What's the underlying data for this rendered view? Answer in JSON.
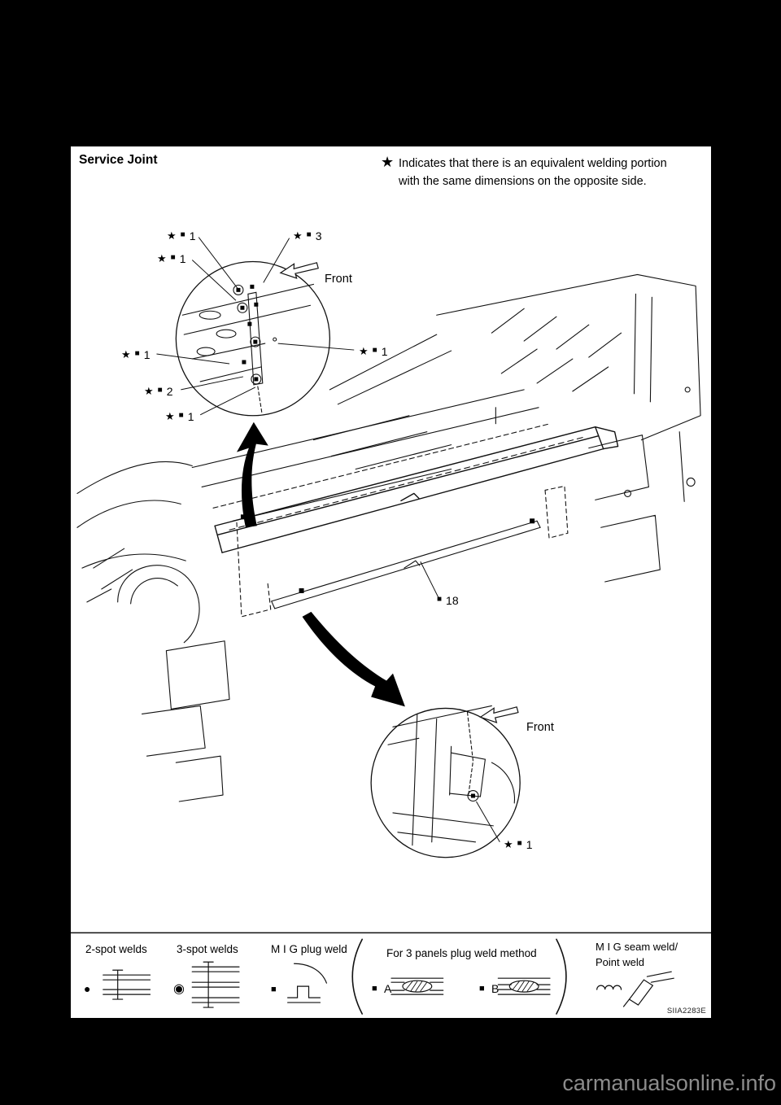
{
  "page": {
    "title": "Service Joint",
    "note": {
      "line1": "Indicates that there is an equivalent welding portion",
      "line2": "with the same dimensions on the opposite side."
    },
    "image_code": "SIIA2283E",
    "watermark": "carmanualsonline.info"
  },
  "symbols": {
    "star": "★",
    "square": "■",
    "spot2": "●",
    "spot3": "◉"
  },
  "labels": {
    "front": "Front",
    "part18": "18"
  },
  "callouts": [
    {
      "num": "1"
    },
    {
      "num": "3"
    },
    {
      "num": "1"
    },
    {
      "num": "1"
    },
    {
      "num": "1"
    },
    {
      "num": "2"
    },
    {
      "num": "1"
    },
    {
      "num": "1"
    }
  ],
  "legend": {
    "two_spot": "2-spot welds",
    "three_spot": "3-spot welds",
    "mig_plug": "M I G plug weld",
    "three_panel": "For 3 panels plug weld method",
    "label_a": "A",
    "label_b": "B",
    "seam_line1": "M I G seam weld/",
    "seam_line2": "Point weld"
  }
}
